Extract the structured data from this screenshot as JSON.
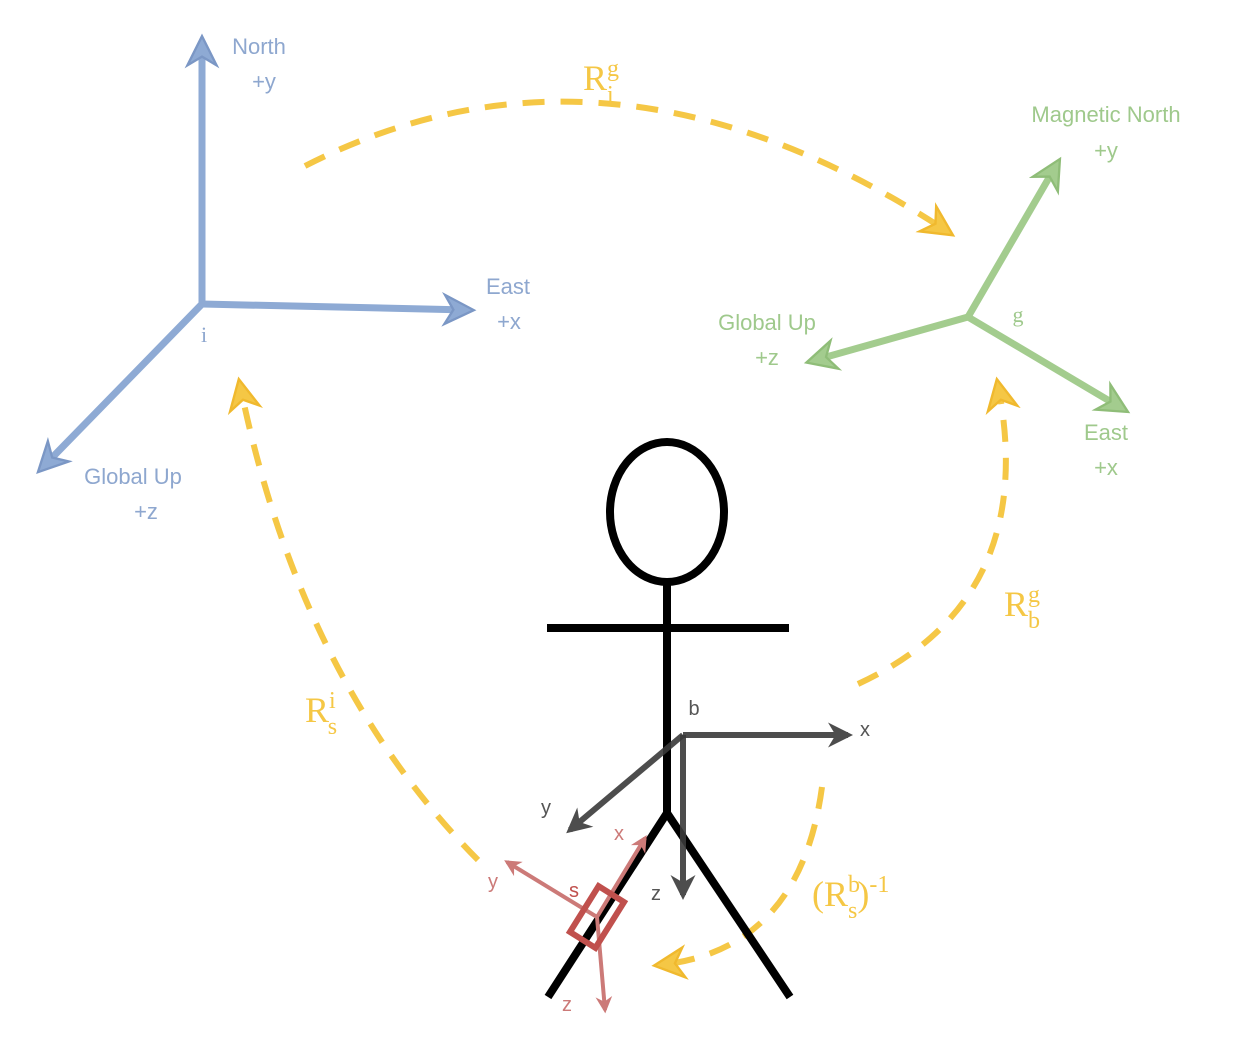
{
  "colors": {
    "inertial": "#8eaad4",
    "inertial_text": "#8ea7cf",
    "global": "#a3cc8e",
    "global_text": "#9fc98c",
    "rotation": "#f5c745",
    "body": "#000000",
    "body_frame": "#3a3a3a",
    "body_text": "#555555",
    "sensor": "#c0504d",
    "sensor_light": "#cc7a78"
  },
  "inertial_frame": {
    "origin": "i",
    "north_label": "North",
    "north_axis": "+y",
    "east_label": "East",
    "east_axis": "+x",
    "up_label": "Global Up",
    "up_axis": "+z"
  },
  "global_frame": {
    "origin": "g",
    "north_label": "Magnetic North",
    "north_axis": "+y",
    "east_label": "East",
    "east_axis": "+x",
    "up_label": "Global Up",
    "up_axis": "+z"
  },
  "body_frame": {
    "origin": "b",
    "x": "x",
    "y": "y",
    "z": "z"
  },
  "sensor_frame": {
    "origin": "s",
    "x": "x",
    "y": "y",
    "z": "z"
  },
  "rotations": {
    "r_g_i": {
      "base": "R",
      "sup": "g",
      "sub": "i"
    },
    "r_i_s": {
      "base": "R",
      "sup": "i",
      "sub": "s"
    },
    "r_g_b": {
      "base": "R",
      "sup": "g",
      "sub": "b"
    },
    "r_b_s_inv": {
      "open": "(R",
      "sup": "b",
      "sub": "s",
      "close": ")",
      "exp": "-1"
    }
  }
}
